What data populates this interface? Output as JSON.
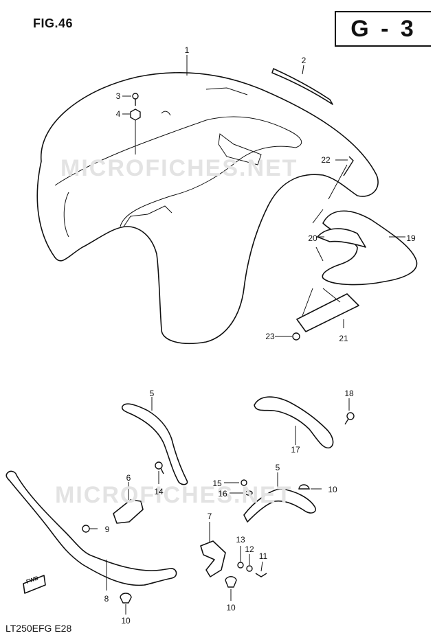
{
  "figure_title": "FIG.46",
  "section_code": "G - 3",
  "model_code": "LT250EFG  E28",
  "watermark": "MICROFICHES.NET",
  "front_marker": "FWD",
  "callouts": [
    {
      "label": "1"
    },
    {
      "label": "2"
    },
    {
      "label": "3"
    },
    {
      "label": "4"
    },
    {
      "label": "22"
    },
    {
      "label": "20"
    },
    {
      "label": "19"
    },
    {
      "label": "23"
    },
    {
      "label": "21"
    },
    {
      "label": "5"
    },
    {
      "label": "18"
    },
    {
      "label": "17"
    },
    {
      "label": "6"
    },
    {
      "label": "14"
    },
    {
      "label": "15"
    },
    {
      "label": "16"
    },
    {
      "label": "5"
    },
    {
      "label": "10"
    },
    {
      "label": "9"
    },
    {
      "label": "7"
    },
    {
      "label": "13"
    },
    {
      "label": "12"
    },
    {
      "label": "11"
    },
    {
      "label": "8"
    },
    {
      "label": "10"
    },
    {
      "label": "10"
    }
  ]
}
